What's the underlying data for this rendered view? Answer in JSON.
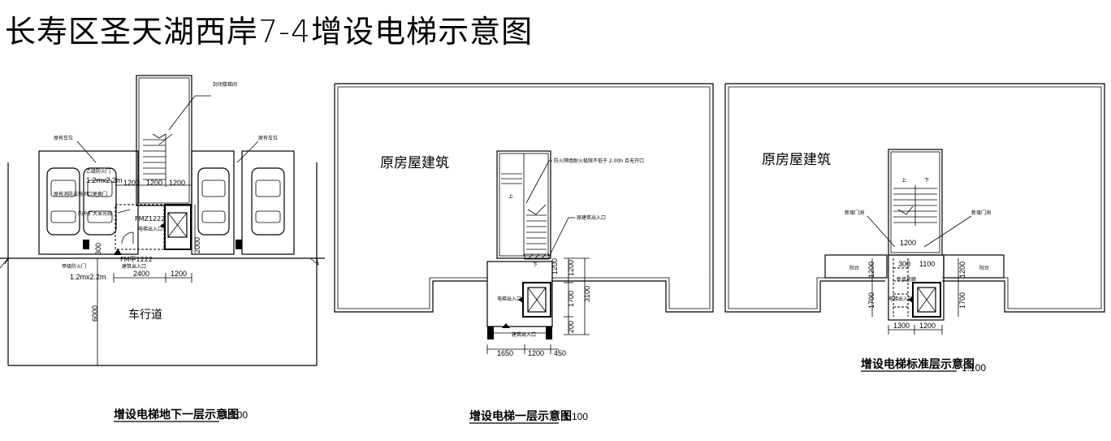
{
  "title": "长寿区圣天湖西岸7-4增设电梯示意图",
  "basement": {
    "caption": "增设电梯地下一层示意图",
    "scale": "1:100",
    "parking_left": "原有车位",
    "parking_right": "原有车位",
    "stair_label": "封闭楼梯间",
    "door_b_label": "乙级防火门",
    "door_b_size": "1.2mx2.2m",
    "note_1": "原有消防设施间口更换门",
    "note_2": "向外扩大采光线",
    "door_a_label": "甲级防火门",
    "door_a_size": "1.2mx2.2m",
    "fmz": "FMZ1222",
    "fmj": "FM甲1222",
    "elevator_exit": "电梯出入口",
    "building_exit": "建筑出入口",
    "road": "车行道",
    "dim_6000": "6000",
    "dim_1200a": "1200",
    "dim_1200b": "1200",
    "dim_1200c": "1200",
    "dim_2400": "2400",
    "dim_1200d": "1200",
    "dim_2000": "2000",
    "dim_300": "300"
  },
  "ground": {
    "caption": "增设电梯一层示意图",
    "scale": "1:100",
    "original": "原房屋建筑",
    "up": "上",
    "down": "下",
    "fire_note": "防火隔墙耐火极限不低于 2.00h 且无开口",
    "orig_exit": "原建筑出入口",
    "elevator_exit": "电梯出入口",
    "building_exit": "建筑出入口",
    "dim_1650": "1650",
    "dim_1200": "1200",
    "dim_450": "450",
    "dim_v1200a": "1200",
    "dim_v1200b": "1200",
    "dim_3100": "3100",
    "dim_1700": "1700",
    "dim_200": "200"
  },
  "standard": {
    "caption": "增设电梯标准层示意图",
    "scale": "1:100",
    "original": "原房屋建筑",
    "up": "上",
    "down": "下",
    "new_door_left": "新增门洞",
    "new_door_right": "新增门洞",
    "balcony_left": "阳台",
    "balcony_right": "阳台",
    "hall": "新增连廊",
    "elevator_exit": "电梯出入口",
    "dim_1200": "1200",
    "dim_300": "300",
    "dim_1100": "1100",
    "dim_1300": "1300",
    "dim_1200b": "1200",
    "dim_v1200a": "1200",
    "dim_v1200b": "1200",
    "dim_v1700a": "1700",
    "dim_v1700b": "1700"
  }
}
